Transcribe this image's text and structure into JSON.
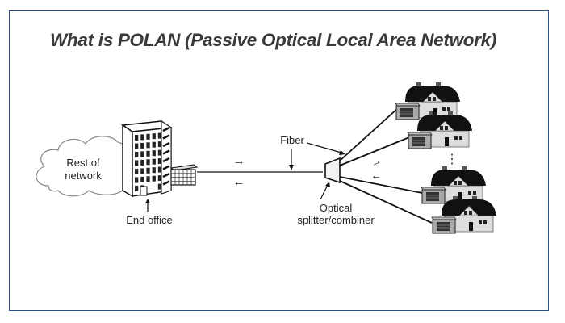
{
  "title": "What is POLAN (Passive Optical Local Area Network)",
  "diagram": {
    "cloud_label_line1": "Rest of",
    "cloud_label_line2": "network",
    "end_office_label": "End office",
    "fiber_label": "Fiber",
    "splitter_label_line1": "Optical",
    "splitter_label_line2": "splitter/combiner",
    "downstream_arrow": "→",
    "upstream_arrow": "←",
    "house_count_shown": 4,
    "ellipsis": "⋮"
  },
  "colors": {
    "frame_border": "#2b4f86",
    "title_text": "#3a3a3a",
    "line": "#111111"
  }
}
